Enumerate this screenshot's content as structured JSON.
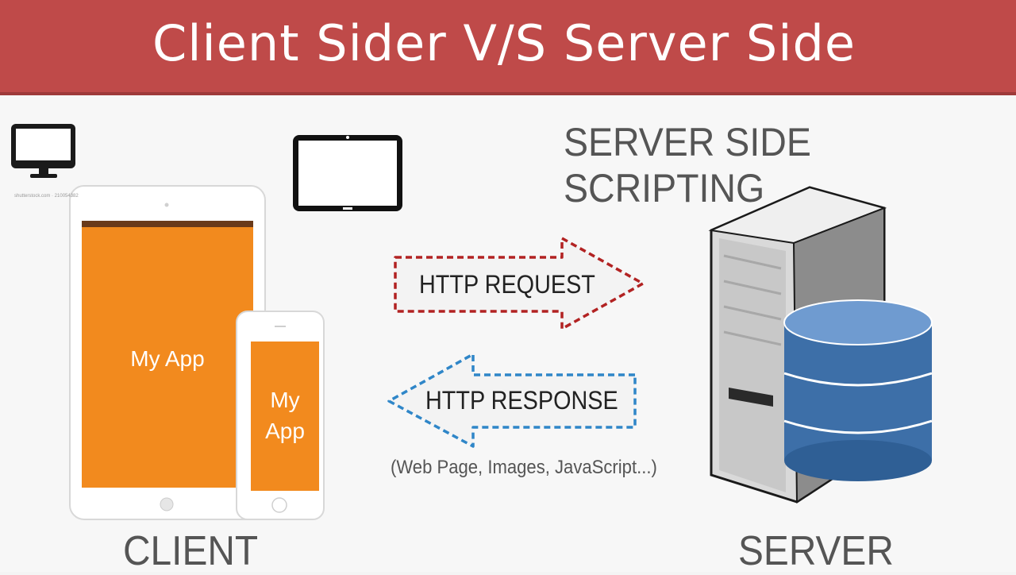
{
  "title": "Client Sider V/S Server Side",
  "heading": "SERVER SIDE SCRIPTING",
  "request_label": "HTTP REQUEST",
  "response_label": "HTTP RESPONSE",
  "response_caption": "(Web Page, Images, JavaScript...)",
  "client_label": "CLIENT",
  "server_label": "SERVER",
  "tablet_app": "My App",
  "phone_app_line1": "My",
  "phone_app_line2": "App",
  "watermark": "shutterstock.com · 210054382",
  "colors": {
    "title_bar": "#bf4a49",
    "app_orange": "#f28a1e",
    "request_arrow": "#b22222",
    "response_arrow": "#2f86c8",
    "database": "#3d6fa8"
  },
  "icons": [
    "desktop-monitor-icon",
    "tablet-icon",
    "server-tower-icon",
    "database-icon"
  ]
}
